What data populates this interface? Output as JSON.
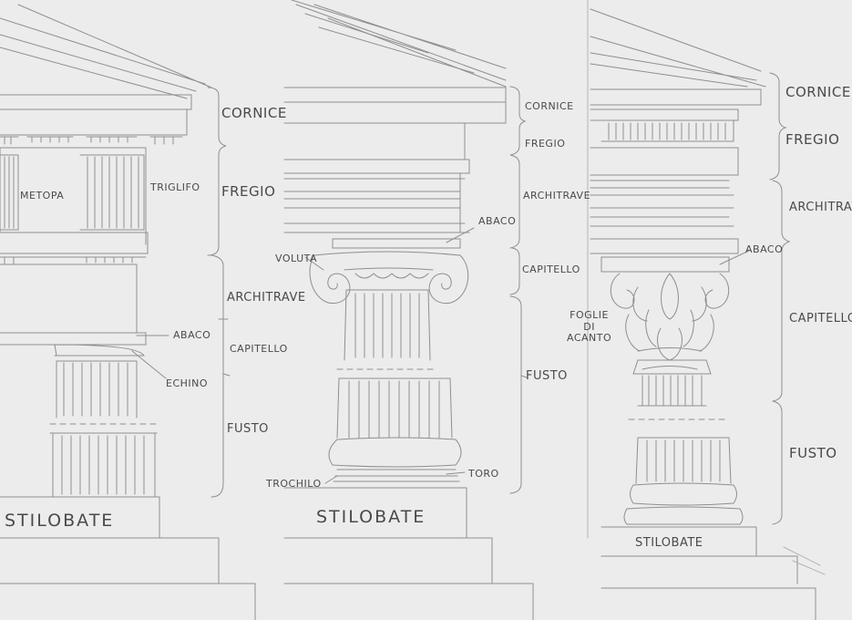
{
  "doric": {
    "labels": {
      "metopa": "METOPA",
      "triglifo": "TRIGLIFO",
      "cornice": "CORNICE",
      "fregio": "FREGIO",
      "architrave": "ARCHITRAVE",
      "abaco": "ABACO",
      "capitello": "CAPITELLO",
      "echino": "ECHINO",
      "fusto": "FUSTO",
      "stilobate": "STILOBATE"
    }
  },
  "ionic": {
    "labels": {
      "cornice": "CORNICE",
      "fregio": "FREGIO",
      "architrave": "ARCHITRAVE",
      "abaco": "ABACO",
      "voluta": "VOLUTA",
      "capitello": "CAPITELLO",
      "fusto": "FUSTO",
      "trochilo": "TROCHILO",
      "toro": "TORO",
      "stilobate": "STILOBATE"
    }
  },
  "corinthian": {
    "labels": {
      "cornice": "CORNICE",
      "fregio": "FREGIO",
      "architrave": "ARCHITRAVE",
      "abaco": "ABACO",
      "capitello": "CAPITELLO",
      "foglie": "FOGLIE\nDI\nACANTO",
      "fusto": "FUSTO",
      "stilobate": "STILOBATE"
    }
  },
  "colors": {
    "paper": "#ececec",
    "pencil": "#8a8a8a",
    "ink": "#4a4a4a"
  }
}
